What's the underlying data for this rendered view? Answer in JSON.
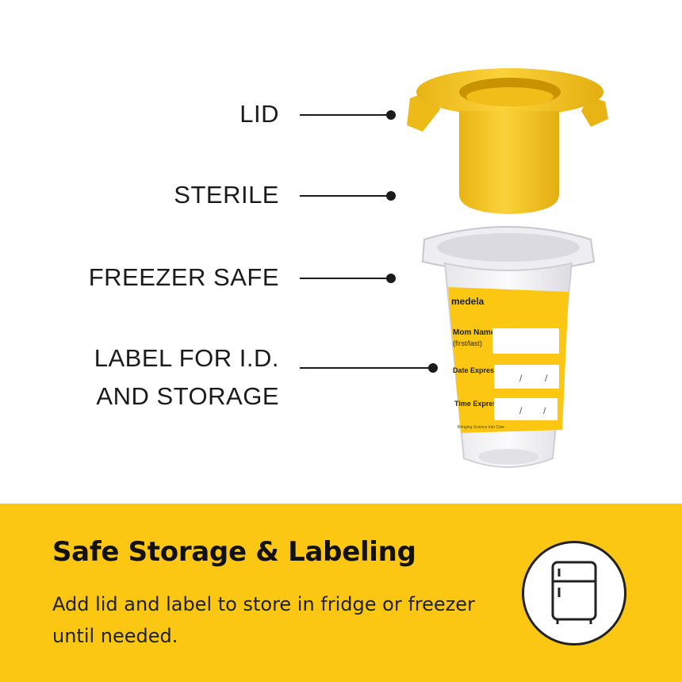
{
  "callouts": {
    "lid": "LID",
    "sterile": "STERILE",
    "freezer_safe": "FREEZER SAFE",
    "label_line1": "LABEL FOR I.D.",
    "label_line2": "AND STORAGE"
  },
  "product_label": {
    "brand": "medela",
    "mom_name": "Mom Name:",
    "first_last": "(first/last)",
    "date_expressed": "Date Expressed:",
    "time_expressed": "Time Expressed:",
    "slash": "/",
    "footer": "Bringing Science into Care"
  },
  "banner": {
    "title": "Safe Storage & Labeling",
    "text": "Add lid and label to store in fridge or freezer until needed."
  },
  "colors": {
    "banner_yellow": "#fbc712",
    "lid_yellow": "#f3c21f",
    "text_dark": "#1b1b1b"
  },
  "icons": {
    "badge": "fridge-icon"
  }
}
